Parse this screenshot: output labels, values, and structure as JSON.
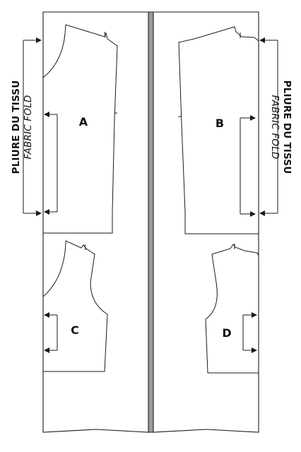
{
  "fold_label_left": {
    "line1": "PLIURE DU TISSU",
    "line2": "FABRIC FOLD"
  },
  "fold_label_right": {
    "line1": "PLIURE DU TISSU",
    "line2": "FABRIC FOLD"
  },
  "pieces": {
    "a": {
      "letter": "A"
    },
    "b": {
      "letter": "B"
    },
    "c": {
      "letter": "C"
    },
    "d": {
      "letter": "D"
    }
  },
  "colors": {
    "center_gap": "#9a9a9a",
    "line": "#1a1a1a",
    "background": "#ffffff"
  }
}
